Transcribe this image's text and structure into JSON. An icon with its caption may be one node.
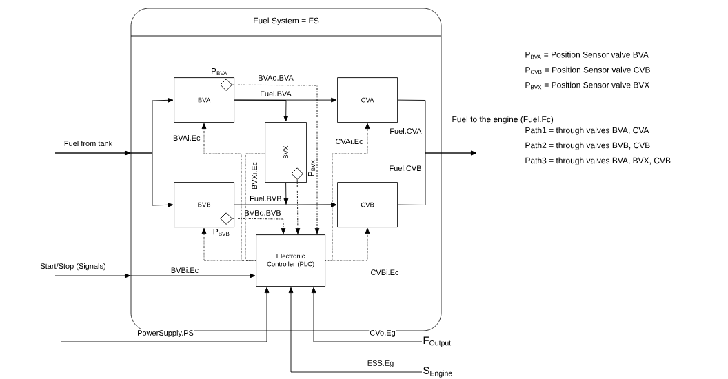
{
  "diagram": {
    "nodes": [
      {
        "text": [
          "Fuel System = FS"
        ]
      },
      {
        "text": [
          "BVA"
        ],
        "in": 0
      },
      {
        "text": [
          "CVA"
        ],
        "in": 0
      },
      {
        "text": [
          "BVX"
        ],
        "in": 0
      },
      {
        "text": [
          "BVB"
        ],
        "in": 0
      },
      {
        "text": [
          "CVB"
        ],
        "in": 0
      },
      {
        "text": [
          "Electronic Controller (PLC)"
        ],
        "in": 0
      },
      {
        "text": [],
        "shape": "diamond",
        "in": 1,
        "beside": [
          "P$_{BVA}$"
        ]
      },
      {
        "text": [],
        "shape": "diamond",
        "in": 3,
        "beside": [
          "P$_{BVX}$"
        ]
      },
      {
        "text": [],
        "shape": "diamond",
        "in": 4,
        "beside": [
          "P$_{BVB}$"
        ]
      },
      {
        "text": [
          "F$_{Output}$"
        ]
      },
      {
        "text": [
          "S$_{Engine}$"
        ]
      }
    ],
    "edges": [
      {
        "from": null,
        "to": 1,
        "arrow": "to",
        "label": "Fuel from tank"
      },
      {
        "from": null,
        "to": 4,
        "arrow": "to"
      },
      {
        "from": 1,
        "to": 2,
        "arrow": "to",
        "label": "Fuel.BVA"
      },
      {
        "from": 1,
        "to": 3,
        "arrow": "to"
      },
      {
        "from": 4,
        "to": 5,
        "arrow": "to",
        "label": "Fuel.BVB"
      },
      {
        "from": 3,
        "to": 5,
        "arrow": "to"
      },
      {
        "from": 2,
        "to": null,
        "arrow": "to",
        "label": "Fuel.CVA"
      },
      {
        "from": 5,
        "to": null,
        "arrow": "to",
        "label": "Fuel.CVB"
      },
      {
        "from": 7,
        "to": 6,
        "arrow": "to",
        "style": "dashed",
        "label": "BVAo.BVA"
      },
      {
        "from": 8,
        "to": 6,
        "arrow": "to",
        "style": "dashed"
      },
      {
        "from": 9,
        "to": 6,
        "arrow": "to",
        "style": "dashed",
        "label": "BVBo.BVB"
      },
      {
        "from": 6,
        "to": 1,
        "arrow": "to",
        "style": "dashed",
        "label": "BVAi.Ec"
      },
      {
        "from": 6,
        "to": 3,
        "arrow": "none",
        "style": "dashed",
        "label": "BVXi.Ec"
      },
      {
        "from": 6,
        "to": 4,
        "arrow": "to",
        "style": "dashed",
        "label": "BVBi.Ec"
      },
      {
        "from": 6,
        "to": 2,
        "arrow": "to",
        "style": "dashed",
        "label": "CVAi.Ec"
      },
      {
        "from": 6,
        "to": 5,
        "arrow": "to",
        "style": "dashed",
        "label": "CVBi.Ec"
      },
      {
        "from": null,
        "to": 6,
        "arrow": "to",
        "label": "Start/Stop (Signals)"
      },
      {
        "from": null,
        "to": 6,
        "arrow": "to",
        "label": "PowerSupply.PS"
      },
      {
        "from": 10,
        "to": 6,
        "arrow": "to",
        "label": "CVo.Eg"
      },
      {
        "from": 11,
        "to": 6,
        "arrow": "to",
        "label": "ESS.Eg"
      }
    ],
    "labels": [
      "P$_{BVA}$ = Position Sensor valve BVA",
      "P$_{CVB}$ = Position Sensor valve CVB",
      "P$_{BVX}$ = Position Sensor valve BVX",
      "Fuel to the engine (Fuel.Fc)",
      "Path1 = through valves BVA, CVA",
      "Path2 = through valves BVB, CVB",
      "Path3 = through valves BVA, BVX, CVB"
    ]
  }
}
